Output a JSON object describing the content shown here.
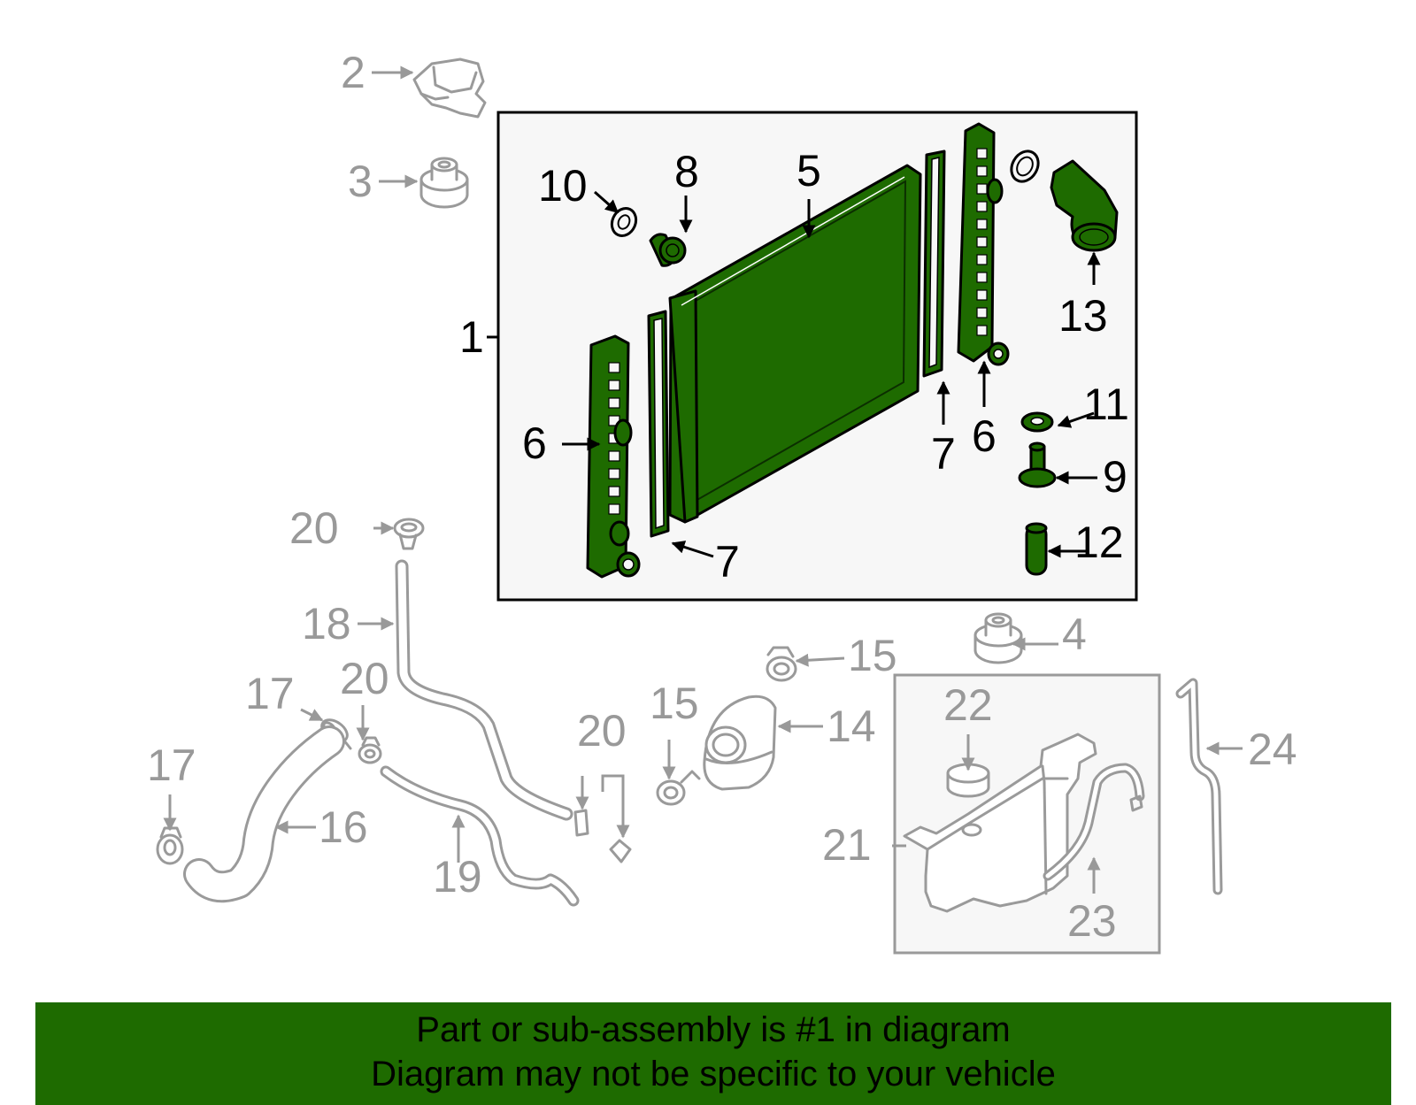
{
  "callouts": {
    "c1": "1",
    "c2": "2",
    "c3": "3",
    "c4": "4",
    "c5": "5",
    "c6a": "6",
    "c6b": "6",
    "c7a": "7",
    "c7b": "7",
    "c8": "8",
    "c9": "9",
    "c10": "10",
    "c11": "11",
    "c12": "12",
    "c13": "13",
    "c14": "14",
    "c15a": "15",
    "c15b": "15",
    "c16": "16",
    "c17a": "17",
    "c17b": "17",
    "c18": "18",
    "c19": "19",
    "c20a": "20",
    "c20b": "20",
    "c20c": "20",
    "c21": "21",
    "c22": "22",
    "c23": "23",
    "c24": "24"
  },
  "footer": {
    "line1": "Part or sub-assembly is #1 in diagram",
    "line2": "Diagram may not be specific to your vehicle"
  },
  "colors": {
    "highlight_green": "#1e6b00",
    "inactive_gray": "#999999",
    "box_background": "#f7f7f7"
  }
}
